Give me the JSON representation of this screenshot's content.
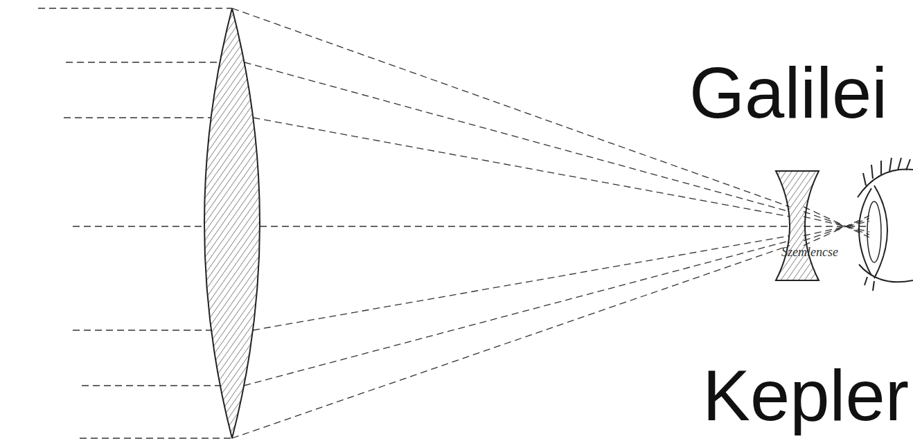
{
  "diagram": {
    "labels": [
      "Galilei",
      "Szemlencse",
      "Kepler"
    ]
  }
}
